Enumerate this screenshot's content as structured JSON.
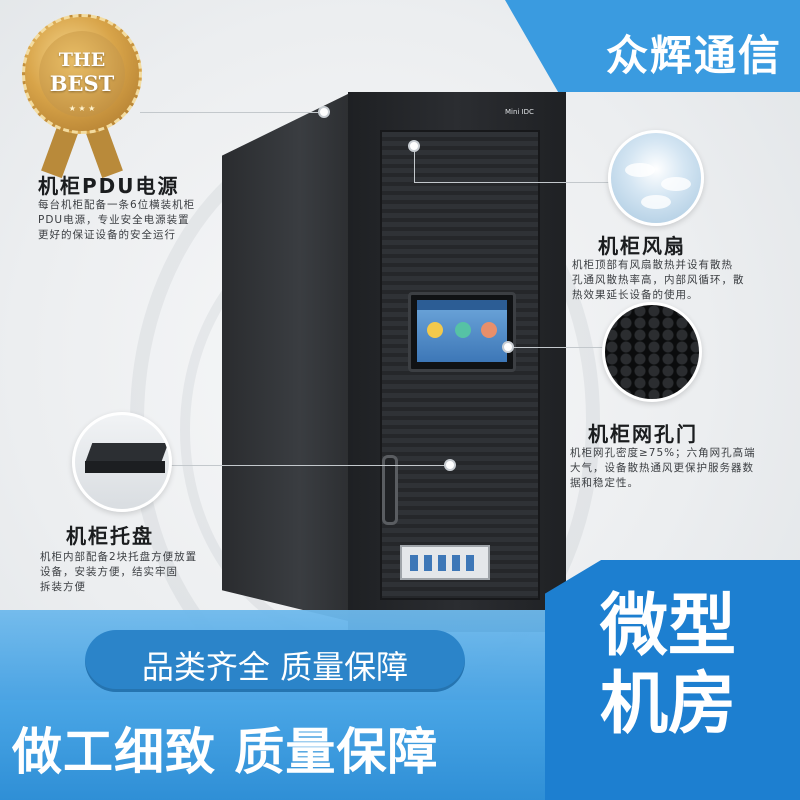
{
  "brand": {
    "name": "众辉通信"
  },
  "badge": {
    "line1": "THE",
    "line2": "BEST",
    "stars": "★ ★ ★"
  },
  "cabinet": {
    "logo": "Mini IDC"
  },
  "features": {
    "pdu": {
      "title": "机柜PDU电源",
      "desc": [
        "每台机柜配备一条6位横装机柜",
        "PDU电源，专业安全电源装置",
        "更好的保证设备的安全运行"
      ]
    },
    "fan": {
      "title": "机柜风扇",
      "desc": [
        "机柜顶部有风扇散热并设有散热",
        "孔通风散热率高，内部风循环，散",
        "热效果延长设备的使用。"
      ]
    },
    "mesh": {
      "title": "机柜网孔门",
      "desc": [
        "机柜网孔密度≥75%；六角网孔高端",
        "大气，设备散热通风更保护服务器数",
        "据和稳定性。"
      ]
    },
    "tray": {
      "title": "机柜托盘",
      "desc": [
        "机柜内部配备2块托盘方便放置",
        "设备，安装方便，结实牢固",
        "拆装方便"
      ]
    }
  },
  "slogans": {
    "pill": "品类齐全 质量保障",
    "big": "做工细致 质量保障",
    "product": [
      "微型",
      "机房"
    ]
  },
  "colors": {
    "accent": "#3a9be0",
    "band": "#2f8fd6",
    "badge_gold": "#d8a449",
    "cabinet": "#2b2d31"
  }
}
